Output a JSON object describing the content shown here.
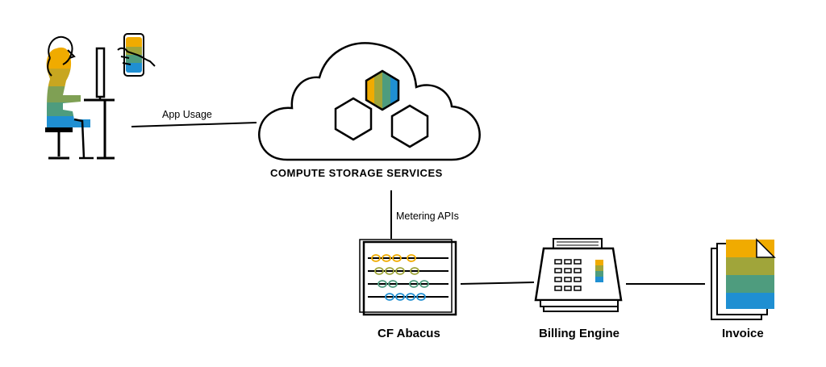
{
  "edges": {
    "app_usage": "App Usage",
    "metering_apis": "Metering APIs"
  },
  "nodes": {
    "cloud": "COMPUTE  STORAGE  SERVICES",
    "abacus": "CF Abacus",
    "billing": "Billing Engine",
    "invoice": "Invoice"
  },
  "colors": {
    "line": "#000000",
    "yellow": "#F0AB00",
    "olive": "#A0A53A",
    "teal": "#4E9C7E",
    "blue": "#1F8FD2",
    "skin": "#ffffff"
  }
}
